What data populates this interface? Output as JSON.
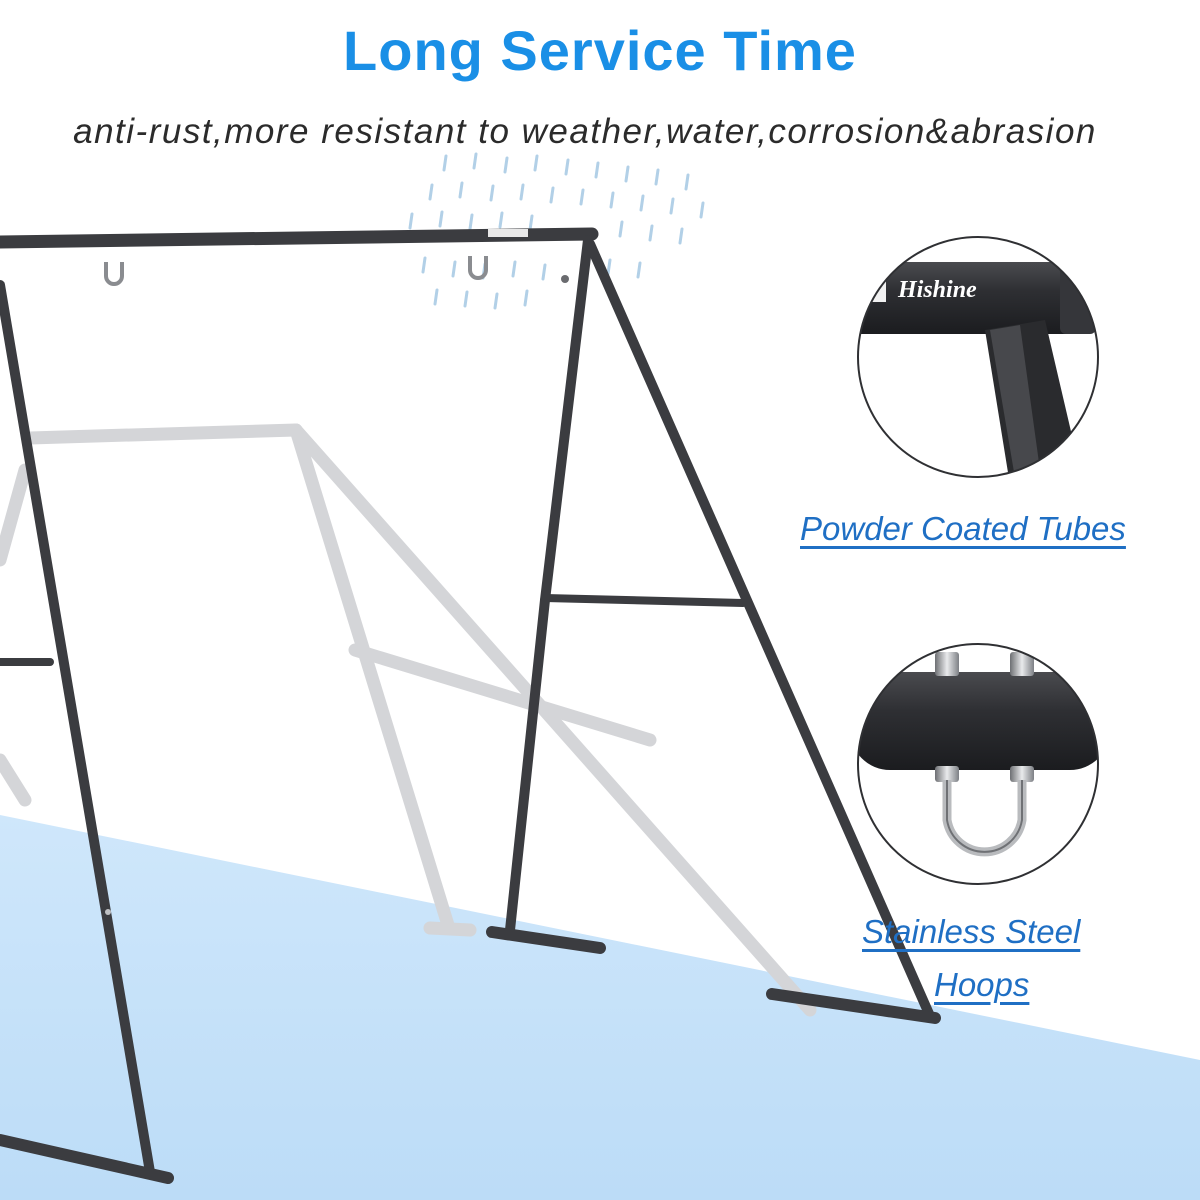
{
  "headline": "Long Service Time",
  "subheadline": "anti-rust,more resistant to weather,water,corrosion&abrasion",
  "brand_logo_text": "Hishine",
  "features": [
    {
      "label": "Powder Coated Tubes",
      "icon": "powder-coated-tube-closeup"
    },
    {
      "label_line1": "Stainless Steel",
      "label_line2": "Hoops",
      "icon": "stainless-steel-u-hoop-closeup"
    }
  ],
  "colors": {
    "headline": "#1a8fe6",
    "subheadline": "#2b2b2b",
    "feature_label": "#1f6fc4",
    "frame": "#3c3d40",
    "floor": "#c6e3fa",
    "shadow": "#d5d6d8",
    "rain": "#a9cbe6"
  }
}
